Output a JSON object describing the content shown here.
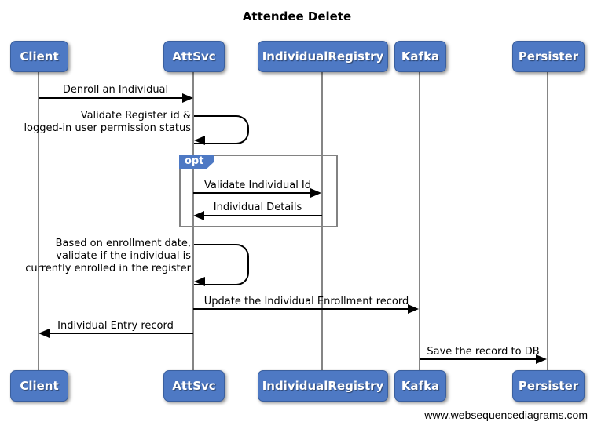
{
  "diagram": {
    "title": "Attendee Delete",
    "watermark": "www.websequencediagrams.com"
  },
  "actors": [
    {
      "id": "client",
      "label": "Client"
    },
    {
      "id": "attsvc",
      "label": "AttSvc"
    },
    {
      "id": "individual-registry",
      "label": "IndividualRegistry"
    },
    {
      "id": "kafka",
      "label": "Kafka"
    },
    {
      "id": "persister",
      "label": "Persister"
    }
  ],
  "fragment": {
    "operator": "opt"
  },
  "messages": [
    {
      "type": "call",
      "from": "Client",
      "to": "AttSvc",
      "lines": [
        "Denroll an Individual"
      ]
    },
    {
      "type": "self",
      "from": "AttSvc",
      "to": "AttSvc",
      "lines": [
        "Validate Register id &",
        "logged-in user permission status"
      ]
    },
    {
      "type": "call",
      "from": "AttSvc",
      "to": "IndividualRegistry",
      "lines": [
        "Validate Individual Id"
      ],
      "in_fragment": true
    },
    {
      "type": "return",
      "from": "IndividualRegistry",
      "to": "AttSvc",
      "lines": [
        "Individual Details"
      ],
      "in_fragment": true
    },
    {
      "type": "self",
      "from": "AttSvc",
      "to": "AttSvc",
      "lines": [
        "Based on enrollment date,",
        "validate if the individual is",
        "currently enrolled in the register"
      ]
    },
    {
      "type": "call",
      "from": "AttSvc",
      "to": "Kafka",
      "lines": [
        "Update the Individual Enrollment record"
      ]
    },
    {
      "type": "return",
      "from": "AttSvc",
      "to": "Client",
      "lines": [
        "Individual Entry record"
      ]
    },
    {
      "type": "call",
      "from": "Kafka",
      "to": "Persister",
      "lines": [
        "Save the record to DB"
      ]
    }
  ],
  "colors": {
    "actor_fill": "#4e79c4",
    "actor_border": "#3a5f9e",
    "actor_text": "#ffffff",
    "lifeline": "#858585",
    "fragment_border": "#828282",
    "message_line": "#000000",
    "background": "#ffffff"
  }
}
